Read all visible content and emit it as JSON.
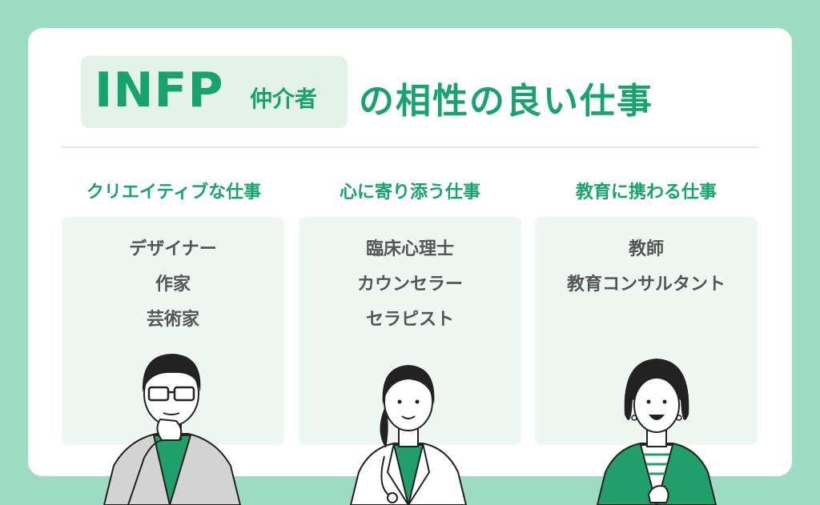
{
  "title": {
    "main": "INFP",
    "sub": "仲介者",
    "rest": "の相性の良い仕事"
  },
  "columns": [
    {
      "heading": "クリエイティブな仕事",
      "jobs": [
        "デザイナー",
        "作家",
        "芸術家"
      ]
    },
    {
      "heading": "心に寄り添う仕事",
      "jobs": [
        "臨床心理士",
        "カウンセラー",
        "セラピスト"
      ]
    },
    {
      "heading": "教育に携わる仕事",
      "jobs": [
        "教師",
        "教育コンサルタント"
      ]
    }
  ],
  "colors": {
    "accent": "#17a36c",
    "background": "#9ddbc3",
    "panel": "#eff7f3",
    "badge": "#e3f3ea"
  }
}
